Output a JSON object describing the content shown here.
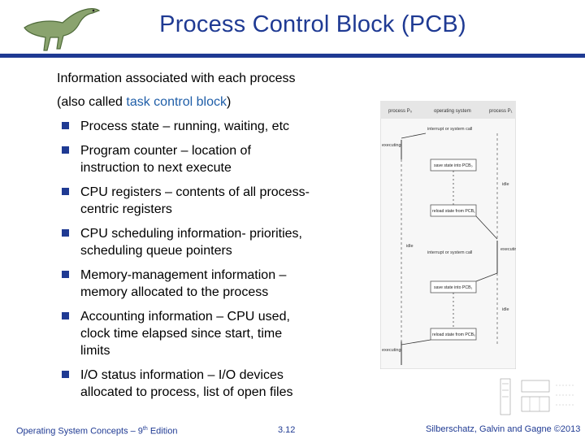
{
  "slide": {
    "title": "Process Control Block (PCB)",
    "intro_line1": "Information associated with each process",
    "intro_line2_pre": "(also called ",
    "intro_line2_highlight": "task control block",
    "intro_line2_post": ")",
    "bullets": [
      {
        "line1": "Process state – running, waiting, etc",
        "line2": ""
      },
      {
        "line1": "Program counter – location of",
        "line2": "instruction to next execute"
      },
      {
        "line1": "CPU registers – contents of all process-",
        "line2": "centric registers"
      },
      {
        "line1": "CPU scheduling information- priorities,",
        "line2": "scheduling queue pointers"
      },
      {
        "line1": "Memory-management information –",
        "line2": "memory allocated to the process"
      },
      {
        "line1": "Accounting information – CPU used,",
        "line2": "clock time elapsed since start, time",
        "line3": "limits"
      },
      {
        "line1": "I/O status information – I/O devices",
        "line2": "allocated to process, list of open files"
      }
    ]
  },
  "figure": {
    "col_p0": "process P₀",
    "col_os": "operating system",
    "col_p1": "process P₁",
    "interrupt1": "interrupt or system call",
    "save_pcb0": "save state into PCB₀",
    "reload_pcb1": "reload state from PCB₁",
    "interrupt2": "interrupt or system call",
    "save_pcb1": "save state into PCB₁",
    "reload_pcb0": "reload state from PCB₀",
    "executing": "executing",
    "idle": "idle"
  },
  "footer": {
    "left_pre": "Operating System Concepts – 9",
    "left_sup": "th",
    "left_post": " Edition",
    "page": "3.12",
    "right": "Silberschatz, Galvin and Gagne ©2013"
  },
  "colors": {
    "accent": "#1f3a93",
    "highlight": "#1f5ea8"
  }
}
